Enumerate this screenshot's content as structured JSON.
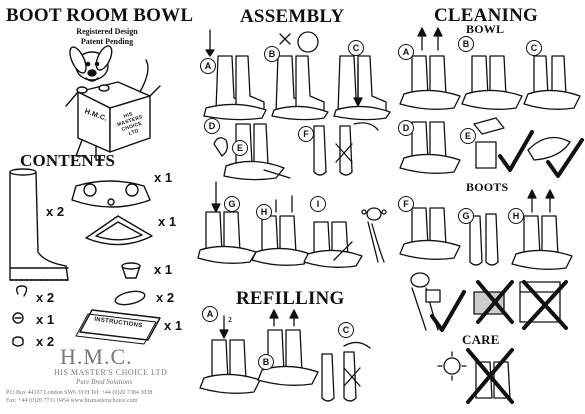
{
  "header": {
    "title": "BOOT ROOM BOWL",
    "registered": "Registered Design",
    "patent": "Patent Pending"
  },
  "box_label": {
    "line1": "H.M.C.",
    "line2": "HIS MASTERS CHOICE LTD"
  },
  "contents": {
    "title": "CONTENTS",
    "qty_boot": "x 2",
    "qty_tray": "x 1",
    "qty_bowl": "x 1",
    "qty_plug": "x 1",
    "qty_clip": "x 2",
    "qty_pad": "x 2",
    "qty_screw": "x 1",
    "qty_cap": "x 2",
    "qty_instructions": "x 1",
    "instructions_label": "INSTRUCTIONS"
  },
  "company": {
    "logo": "H.M.C.",
    "name": "HIS MASTER'S CHOICE LTD",
    "tagline": "Pure Bred Solutions",
    "address": "P.O.Box 44107 London SW6 3YH Tel: +44 (0)20 7384 3038",
    "contact": "Fax: +44 (0)20 7731 0454 www.hismasterschoice.com"
  },
  "assembly": {
    "title": "ASSEMBLY",
    "steps": [
      "A",
      "B",
      "C",
      "D",
      "E",
      "F",
      "G",
      "H",
      "I"
    ]
  },
  "refilling": {
    "title": "REFILLING",
    "steps": [
      "A",
      "B",
      "C"
    ],
    "count_label": "2"
  },
  "cleaning": {
    "title": "CLEANING",
    "bowl_title": "BOWL",
    "bowl_steps": [
      "A",
      "B",
      "C",
      "D",
      "E"
    ],
    "boots_title": "BOOTS",
    "boots_steps": [
      "F",
      "G",
      "H"
    ],
    "care_title": "CARE"
  }
}
